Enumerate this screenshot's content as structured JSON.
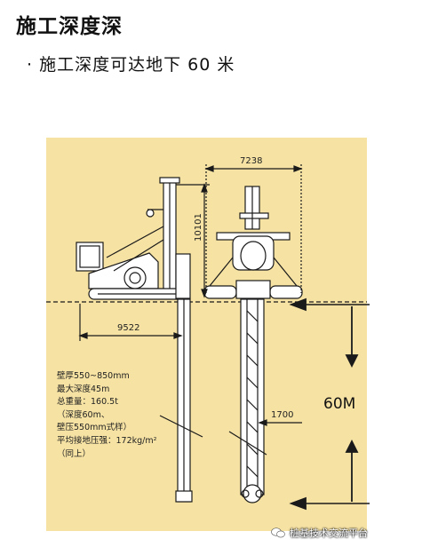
{
  "header": {
    "title": "施工深度深",
    "subtitle": "· 施工深度可达地下 60 米"
  },
  "diagram": {
    "dim_width": "7238",
    "dim_height": "10101",
    "dim_reach": "9522",
    "dim_panel": "1700",
    "depth_label": "60M",
    "specs": [
      "壁厚550~850mm",
      "最大深度45m",
      "总重量：160.5t",
      "（深度60m、",
      "壁压550mm式样）",
      "平均接地压强：172kg/m²",
      "（同上）"
    ]
  },
  "watermark": {
    "text": "桩基技术交流平台"
  },
  "colors": {
    "background": "#ffffff",
    "panel": "#f6e2a3",
    "line": "#1a1a1a"
  }
}
